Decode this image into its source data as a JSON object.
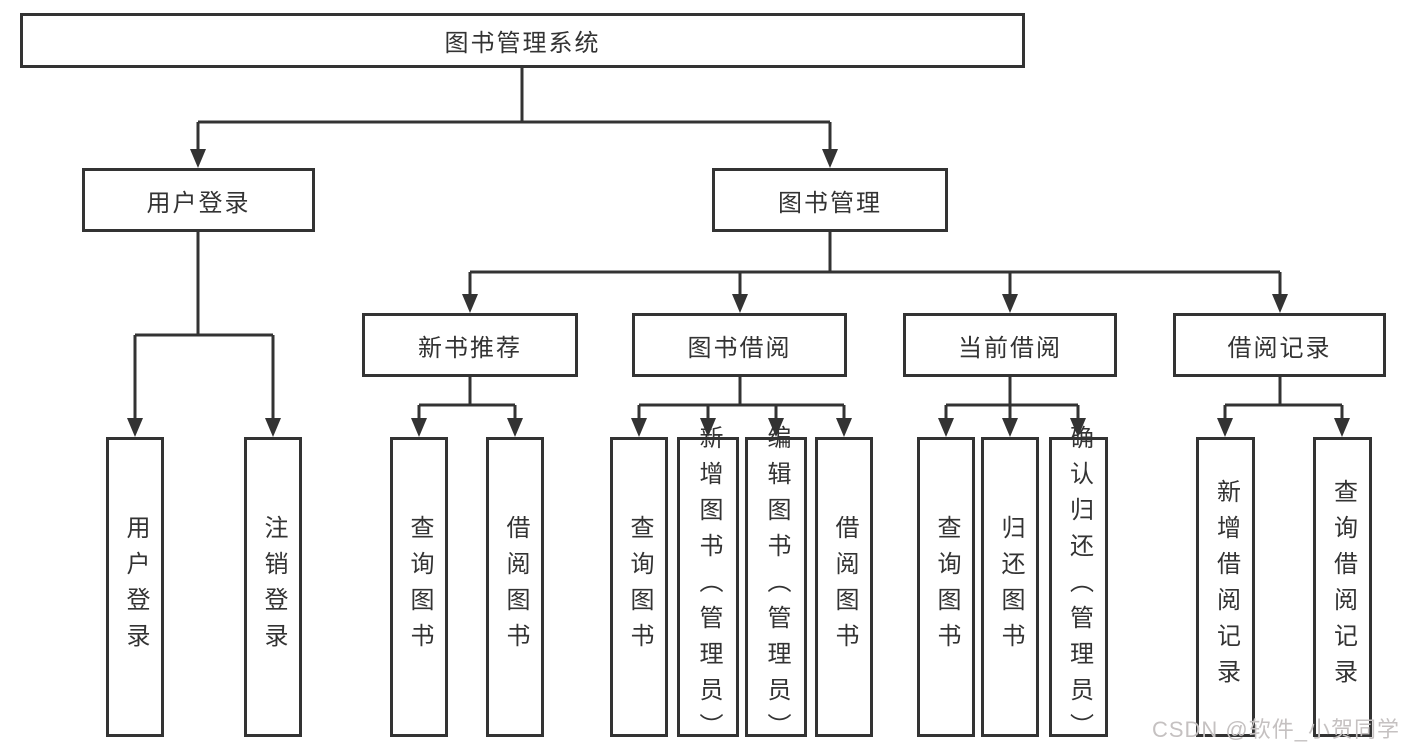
{
  "diagram": {
    "root_label": "图书管理系统",
    "branches": [
      {
        "label": "用户登录",
        "children": [
          "用户登录",
          "注销登录"
        ]
      },
      {
        "label": "图书管理",
        "groups": [
          {
            "label": "新书推荐",
            "children": [
              "查询图书",
              "借阅图书"
            ]
          },
          {
            "label": "图书借阅",
            "children": [
              "查询图书",
              "新增图书（管理员）",
              "编辑图书（管理员）",
              "借阅图书"
            ]
          },
          {
            "label": "当前借阅",
            "children": [
              "查询图书",
              "归还图书",
              "确认归还（管理员）"
            ]
          },
          {
            "label": "借阅记录",
            "children": [
              "新增借阅记录",
              "查询借阅记录"
            ]
          }
        ]
      }
    ]
  },
  "watermark": "CSDN @软件_小贺同学",
  "colors": {
    "line": "#333333",
    "text": "#333333",
    "background": "#ffffff",
    "watermark": "#c5c1c1"
  }
}
